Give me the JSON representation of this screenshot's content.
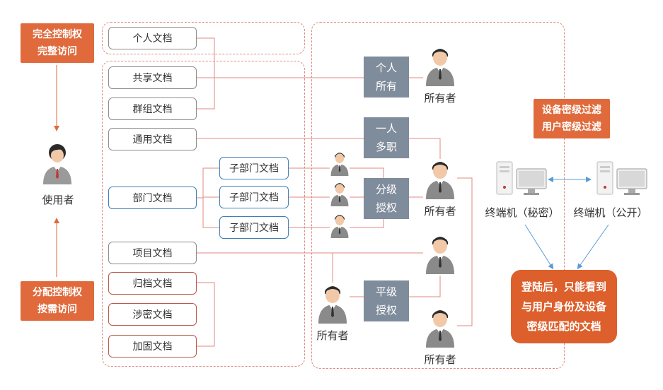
{
  "left": {
    "full_control": "完全控制权\n完整访问",
    "assign_control": "分配控制权\n按需访问",
    "user_label": "使用者"
  },
  "docs": {
    "personal": "个人文档",
    "shared": "共享文档",
    "group": "群组文档",
    "general": "通用文档",
    "department": "部门文档",
    "sub_department": "子部门文档",
    "project": "项目文档",
    "archive": "归档文档",
    "classified": "涉密文档",
    "hardened": "加固文档"
  },
  "roles": {
    "personal_owner": "个人\n所有",
    "one_person_multi": "一人\n多职",
    "graded_auth": "分级\n授权",
    "peer_auth": "平级\n授权"
  },
  "owner_label": "所有者",
  "security": {
    "filter": "设备密级过滤\n用户密级过滤",
    "terminal_secret": "终端机（秘密）",
    "terminal_public": "终端机（公开）",
    "result": "登陆后，只能看到\n与用户身份及设备\n密级匹配的文档"
  },
  "colors": {
    "accent_orange": "#e06a3c",
    "role_gray": "#7f8c9c",
    "dashed_border": "#e08a80",
    "blue_line": "#5b9bd5"
  }
}
